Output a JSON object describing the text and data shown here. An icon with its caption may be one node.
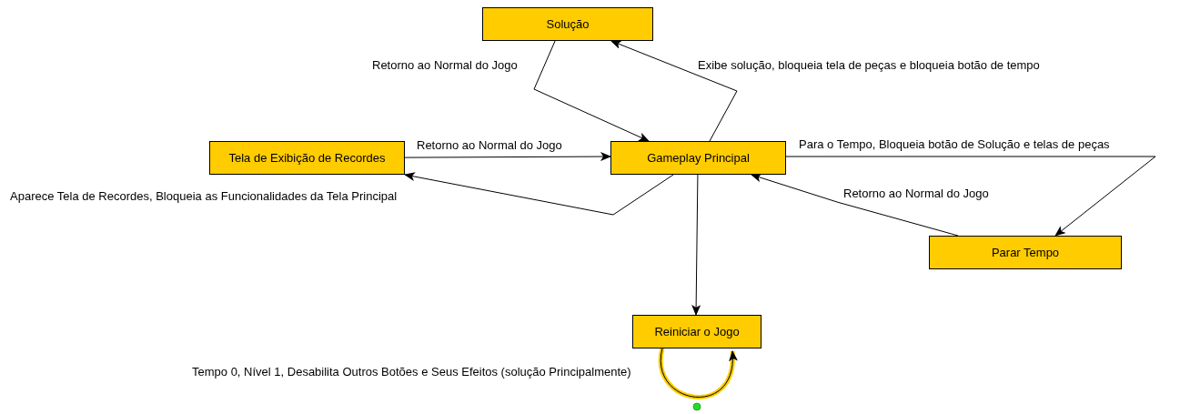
{
  "diagram": {
    "nodes": [
      {
        "text": [
          "Solução"
        ]
      },
      {
        "text": [
          "Tela de Exibição de Recordes"
        ]
      },
      {
        "text": [
          "Gameplay Principal"
        ]
      },
      {
        "text": [
          "Parar Tempo"
        ]
      },
      {
        "text": [
          "Reiniciar o Jogo"
        ]
      }
    ],
    "edges": [
      {
        "from": 0,
        "to": 2,
        "arrow": "to",
        "label": "Retorno ao Normal do Jogo"
      },
      {
        "from": 2,
        "to": 0,
        "arrow": "to",
        "label": "Exibe solução, bloqueia tela de peças e bloqueia botão de tempo"
      },
      {
        "from": 1,
        "to": 2,
        "arrow": "to",
        "label": "Retorno ao Normal do Jogo"
      },
      {
        "from": 2,
        "to": 1,
        "arrow": "to",
        "label": "Aparece Tela de Recordes, Bloqueia as Funcionalidades da Tela Principal"
      },
      {
        "from": 2,
        "to": 3,
        "arrow": "to",
        "label": "Para o Tempo, Bloqueia botão de Solução e telas de peças"
      },
      {
        "from": 3,
        "to": 2,
        "arrow": "to",
        "label": "Retorno ao Normal do Jogo"
      },
      {
        "from": 2,
        "to": 4,
        "arrow": "to"
      },
      {
        "from": 4,
        "to": 4,
        "arrow": "to",
        "label": "Tempo 0, Nível 1, Desabilita Outros Botões e Seus Efeitos (solução Principalmente)"
      }
    ]
  }
}
